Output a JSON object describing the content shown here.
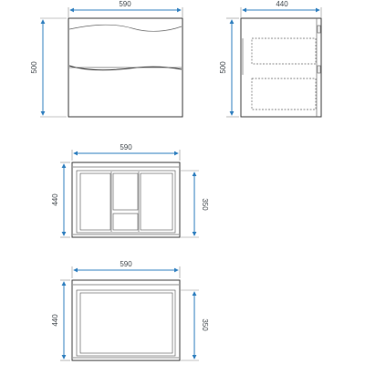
{
  "colors": {
    "dimension_line": "#2f7fbf",
    "dimension_text": "#444a4f",
    "outline": "#3b3b3b"
  },
  "views": {
    "front": {
      "width_label": "590",
      "height_label": "500"
    },
    "side": {
      "depth_label": "440",
      "height_label": "500"
    },
    "plan_upper": {
      "width_label": "590",
      "depth_label": "440",
      "inner_depth_label": "350"
    },
    "plan_lower": {
      "width_label": "590",
      "depth_label": "440",
      "inner_depth_label": "350"
    }
  }
}
